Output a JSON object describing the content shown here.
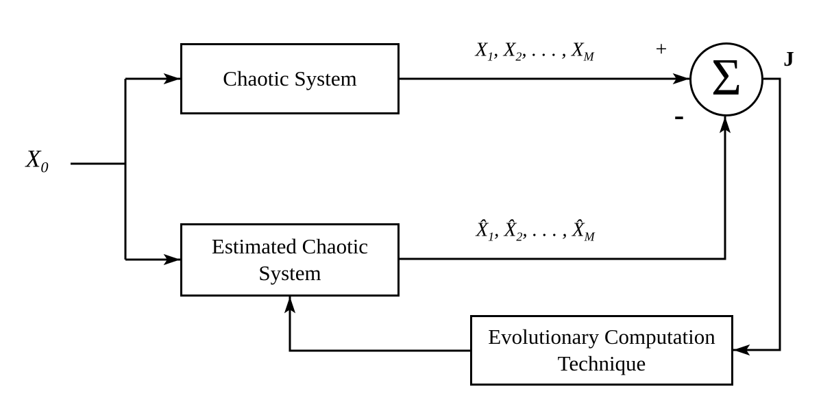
{
  "diagram": {
    "background_color": "#ffffff",
    "line_color": "#000000",
    "nodes": {
      "chaotic": {
        "label": "Chaotic System"
      },
      "estimated": {
        "label": "Estimated Chaotic System"
      },
      "evolutionary": {
        "label": "Evolutionary Computation Technique"
      },
      "summer": {
        "symbol": "Σ"
      }
    },
    "labels": {
      "input_parts": [
        {
          "t": "X",
          "sub": "0"
        }
      ],
      "true_series_parts": [
        {
          "t": "X",
          "sub": "1"
        },
        {
          "t": ", "
        },
        {
          "t": "X",
          "sub": "2"
        },
        {
          "t": ", . . . , "
        },
        {
          "t": "X",
          "sub": "M"
        }
      ],
      "estimated_series_parts": [
        {
          "t": "X̂",
          "sub": "1"
        },
        {
          "t": ", "
        },
        {
          "t": "X̂",
          "sub": "2"
        },
        {
          "t": ", . . . , "
        },
        {
          "t": "X̂",
          "sub": "M"
        }
      ],
      "plus": "+",
      "minus": "-",
      "output": "J"
    }
  }
}
